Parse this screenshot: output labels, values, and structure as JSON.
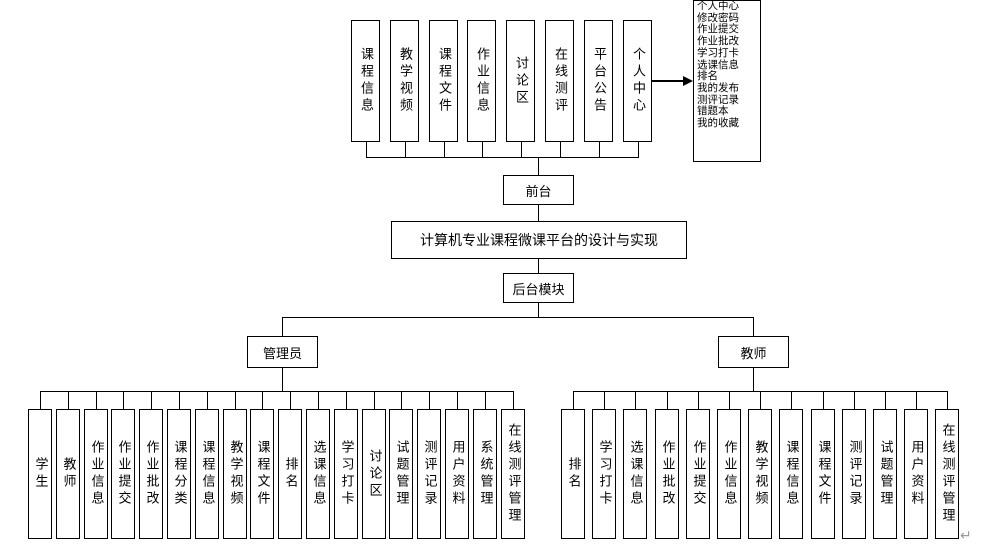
{
  "top_modules": [
    "课程信息",
    "教学视频",
    "课程文件",
    "作业信息",
    "讨论区",
    "在线测评",
    "平台公告",
    "个人中心"
  ],
  "personal_center_items": [
    "个人中心",
    "修改密码",
    "作业提交",
    "作业批改",
    "学习打卡",
    "选课信息",
    "排名",
    "我的发布",
    "测评记录",
    "错题本",
    "我的收藏"
  ],
  "frontend_label": "前台",
  "title": "计算机专业课程微课平台的设计与实现",
  "backend_label": "后台模块",
  "admin_label": "管理员",
  "teacher_label": "教师",
  "admin_modules": [
    "学生",
    "教师",
    "作业信息",
    "作业提交",
    "作业批改",
    "课程分类",
    "课程信息",
    "教学视频",
    "课程文件",
    "排名",
    "选课信息",
    "学习打卡",
    "讨论区",
    "试题管理",
    "测评记录",
    "用户资料",
    "系统管理",
    "在线测评管理"
  ],
  "teacher_modules": [
    "排名",
    "学习打卡",
    "选课信息",
    "作业批改",
    "作业提交",
    "作业信息",
    "教学视频",
    "课程信息",
    "课程文件",
    "测评记录",
    "试题管理",
    "用户资料",
    "在线测评管理"
  ],
  "return_mark": "↵"
}
